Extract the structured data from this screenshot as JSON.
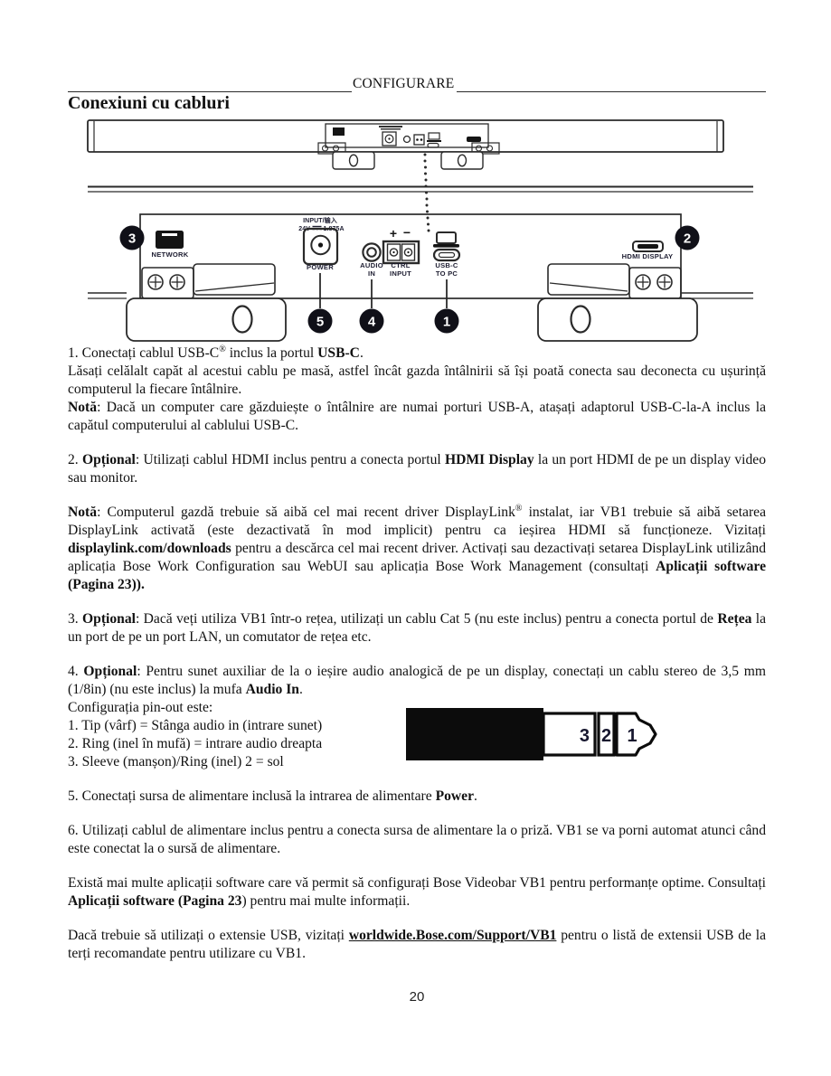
{
  "header": {
    "section": "CONFIGURARE"
  },
  "title": "Conexiuni cu cabluri",
  "page_number": "20",
  "diagram": {
    "callouts": {
      "c1": "1",
      "c2": "2",
      "c3": "3",
      "c4": "4",
      "c5": "5"
    },
    "ports": {
      "network": "NETWORK",
      "rating_l1": "INPUT/输入",
      "rating_24v": "24V",
      "rating_amps": "1.875A",
      "power": "POWER",
      "audio_l1": "AUDIO",
      "audio_l2": "IN",
      "ctrl_plus": "+",
      "ctrl_minus": "−",
      "ctrl_l1": "CTRL",
      "ctrl_l2": "INPUT",
      "usbc_l1": "USB-C",
      "usbc_l2": "TO PC",
      "hdmi": "HDMI DISPLAY"
    },
    "jack_segments": {
      "s3": "3",
      "s2": "2",
      "s1": "1"
    }
  },
  "paragraphs": {
    "p1a": [
      {
        "t": "1. Conectați cablul USB-C"
      },
      {
        "t": "®",
        "sup": true
      },
      {
        "t": " inclus la portul "
      },
      {
        "t": "USB-C",
        "b": true
      },
      {
        "t": "."
      }
    ],
    "p1b": [
      {
        "t": "Lăsați celălalt capăt al acestui cablu pe masă, astfel încât gazda întâlnirii să își poată conecta sau deconecta cu ușurință computerul la fiecare întâlnire."
      }
    ],
    "p1c": [
      {
        "t": "Notă",
        "b": true
      },
      {
        "t": ": Dacă un computer care găzduiește o întâlnire are numai porturi USB-A, atașați adaptorul USB-C-la-A inclus la capătul computerului al cablului USB-C."
      }
    ],
    "p2": [
      {
        "t": "2. "
      },
      {
        "t": "Opțional",
        "b": true
      },
      {
        "t": ": Utilizați cablul HDMI inclus pentru a conecta portul "
      },
      {
        "t": "HDMI Display",
        "b": true
      },
      {
        "t": " la un port HDMI de pe un display video sau monitor."
      }
    ],
    "p3": [
      {
        "t": "Notă",
        "b": true
      },
      {
        "t": ": Computerul gazdă trebuie să aibă cel mai recent driver DisplayLink"
      },
      {
        "t": "®",
        "sup": true
      },
      {
        "t": " instalat, iar VB1 trebuie să aibă setarea DisplayLink activată (este dezactivată în mod implicit) pentru ca ieșirea HDMI să funcționeze. Vizitați "
      },
      {
        "t": "displaylink.com/downloads",
        "b": true
      },
      {
        "t": " pentru a descărca cel mai recent driver. Activați sau dezactivați setarea DisplayLink utilizând aplicația Bose Work Configuration sau WebUI sau aplicația Bose Work Management (consultați "
      },
      {
        "t": "Aplicații software (Pagina 23)).",
        "b": true
      }
    ],
    "p4": [
      {
        "t": "3. "
      },
      {
        "t": "Opțional",
        "b": true
      },
      {
        "t": ": Dacă veți utiliza VB1 într-o rețea, utilizați un cablu Cat 5 (nu este inclus) pentru a conecta portul de "
      },
      {
        "t": "Rețea",
        "b": true
      },
      {
        "t": " la un port de pe un port LAN, un comutator de rețea etc."
      }
    ],
    "p5": [
      {
        "t": "4. "
      },
      {
        "t": "Opțional",
        "b": true
      },
      {
        "t": ": Pentru sunet auxiliar de la o ieșire audio analogică de pe un display, conectați un cablu stereo de 3,5 mm (1/8in) (nu este inclus) la mufa "
      },
      {
        "t": "Audio In",
        "b": true
      },
      {
        "t": "."
      }
    ],
    "pinout_title": [
      {
        "t": "Configurația pin-out este:"
      }
    ],
    "pinout_1": [
      {
        "t": "1. Tip (vârf) = Stânga audio in (intrare sunet)"
      }
    ],
    "pinout_2": [
      {
        "t": "2. Ring (inel în mufă) = intrare audio dreapta"
      }
    ],
    "pinout_3": [
      {
        "t": "3. Sleeve (manșon)/Ring (inel) 2 = sol"
      }
    ],
    "p6": [
      {
        "t": "5. Conectați sursa de alimentare inclusă la intrarea de alimentare "
      },
      {
        "t": "Power",
        "b": true
      },
      {
        "t": "."
      }
    ],
    "p7": [
      {
        "t": "6. Utilizați cablul de alimentare inclus pentru a conecta sursa de alimentare la o priză. VB1 se va porni automat atunci când este conectat la o sursă de alimentare."
      }
    ],
    "p8": [
      {
        "t": "Există mai multe aplicații software care vă permit să configurați Bose Videobar VB1 pentru performanțe optime. Consultați "
      },
      {
        "t": "Aplicații software (Pagina 23",
        "b": true
      },
      {
        "t": ") pentru mai multe informații."
      }
    ],
    "p9": [
      {
        "t": "Dacă trebuie să utilizați o extensie USB, vizitați "
      },
      {
        "t": "worldwide.Bose.com/Support/VB1",
        "b": true,
        "u": true,
        "link": true
      },
      {
        "t": " pentru o listă de extensii USB de la terți recomandate pentru utilizare cu VB1."
      }
    ]
  }
}
